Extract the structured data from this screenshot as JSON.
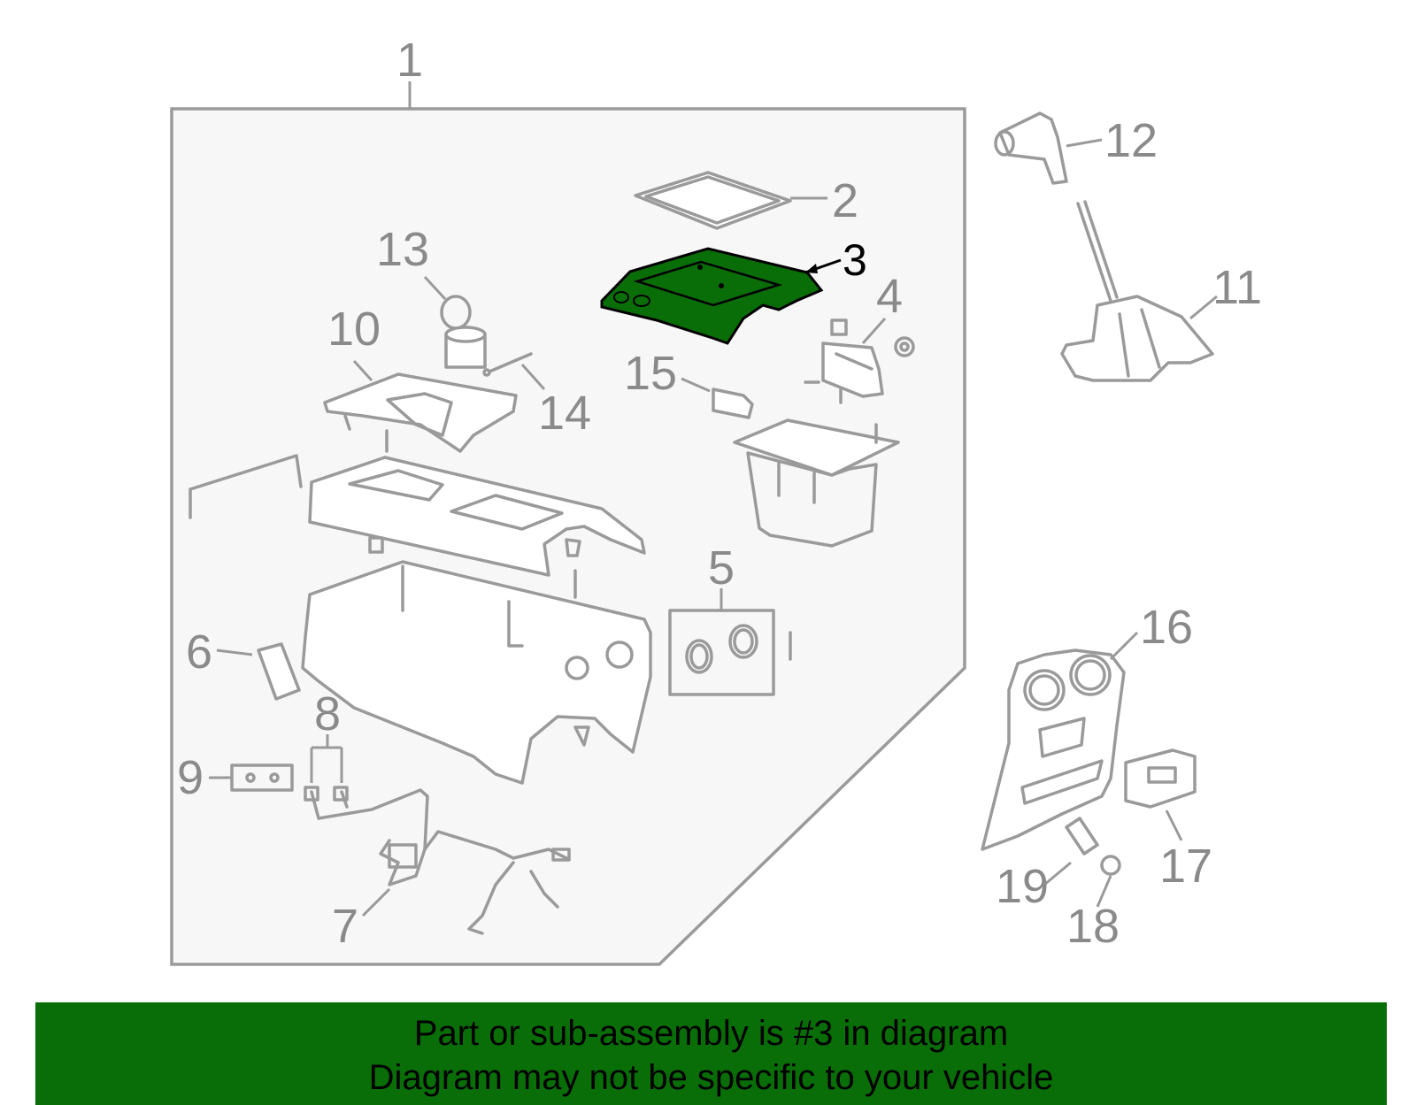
{
  "callouts": {
    "c1": "1",
    "c2": "2",
    "c3": "3",
    "c4": "4",
    "c5": "5",
    "c6": "6",
    "c7": "7",
    "c8": "8",
    "c9": "9",
    "c10": "10",
    "c11": "11",
    "c12": "12",
    "c13": "13",
    "c14": "14",
    "c15": "15",
    "c16": "16",
    "c17": "17",
    "c18": "18",
    "c19": "19"
  },
  "highlighted_part": "3",
  "colors": {
    "highlight_fill": "#0a6e08",
    "line_gray": "#9a9a9a",
    "panel_bg": "#f7f7f7",
    "banner_bg": "#0a6e08"
  },
  "banner": {
    "line1": "Part or sub-assembly is #3 in diagram",
    "line2": "Diagram may not be specific to your vehicle"
  }
}
